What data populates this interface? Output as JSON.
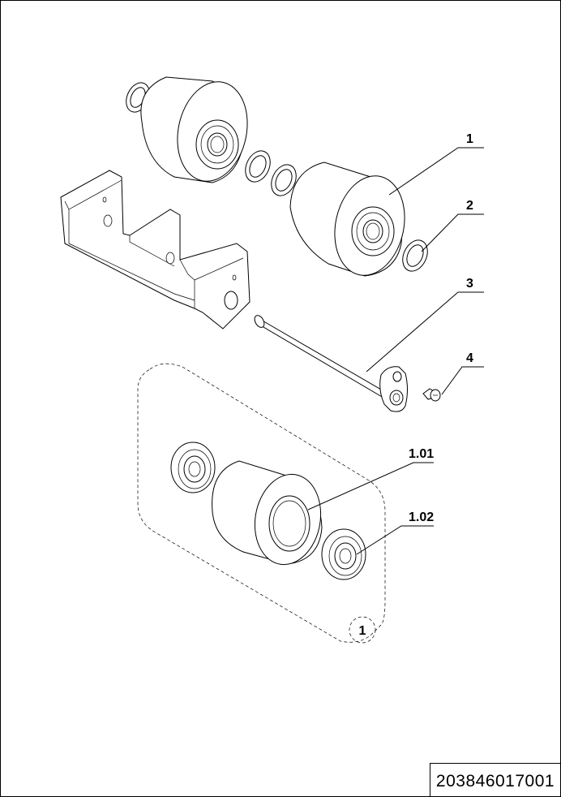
{
  "drawing": {
    "document_number": "203846017001",
    "callouts": [
      {
        "label": "1"
      },
      {
        "label": "2"
      },
      {
        "label": "3"
      },
      {
        "label": "4"
      },
      {
        "label": "1.01"
      },
      {
        "label": "1.02"
      }
    ],
    "detail_marker": "1"
  }
}
